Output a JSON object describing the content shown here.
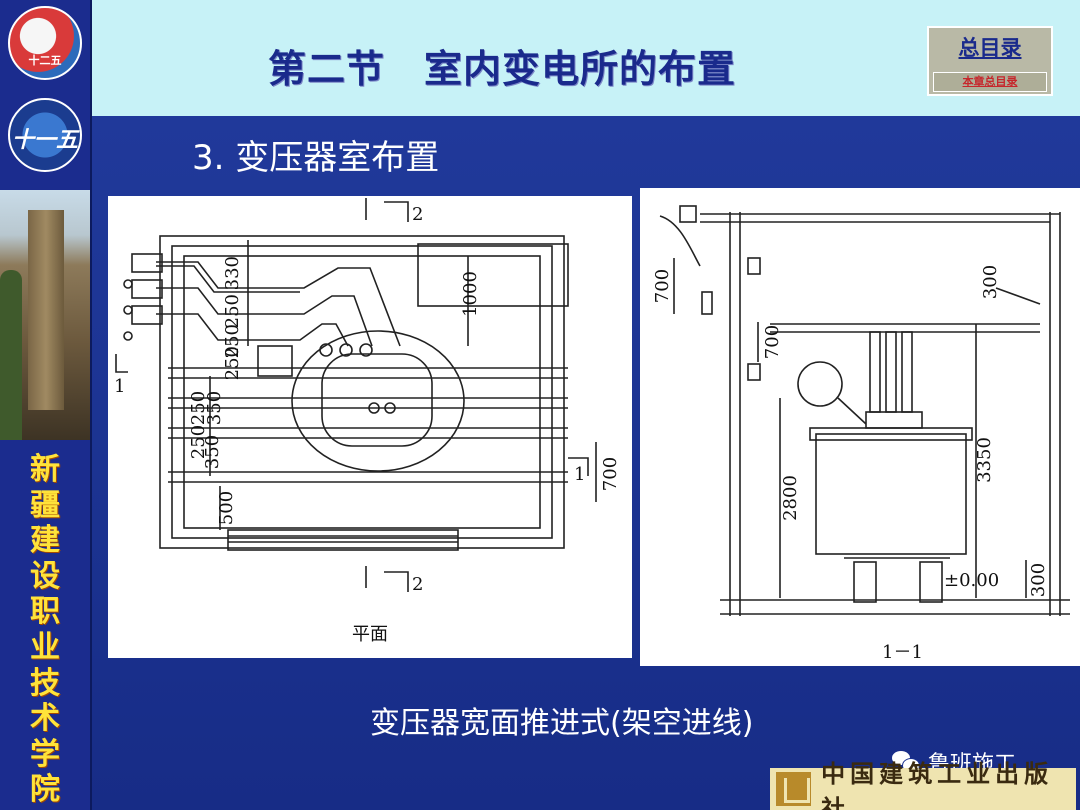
{
  "header": {
    "title": "第二节　室内变电所的布置",
    "nav_main": "总目录",
    "nav_sub": "本章总目录"
  },
  "sidebar": {
    "logo1_text": "十二五",
    "logo2_text": "十一五",
    "vertical_chars": [
      "新",
      "疆",
      "建",
      "设",
      "职",
      "业",
      "技",
      "术",
      "学",
      "院"
    ]
  },
  "content": {
    "heading": "3. 变压器室布置",
    "caption": "变压器宽面推进式(架空进线)"
  },
  "figures": {
    "left": {
      "caption": "平面",
      "dims": [
        "330",
        "250",
        "250",
        "250",
        "1000",
        "250",
        "350",
        "250",
        "350",
        "500",
        "700"
      ],
      "section_marks": [
        "2",
        "2",
        "1",
        "1"
      ]
    },
    "right": {
      "caption": "1－1",
      "dims": [
        "700",
        "700",
        "300",
        "2800",
        "3350",
        "300"
      ],
      "level": "±0.00"
    }
  },
  "watermark": {
    "wechat_label": "鲁班施工",
    "publisher": "中国建筑工业出版社"
  },
  "colors": {
    "header_bg": "#c7f2f7",
    "content_bg": "#1b3290",
    "sidebar_text": "#ffe33a",
    "title_text": "#1a2a8c"
  }
}
